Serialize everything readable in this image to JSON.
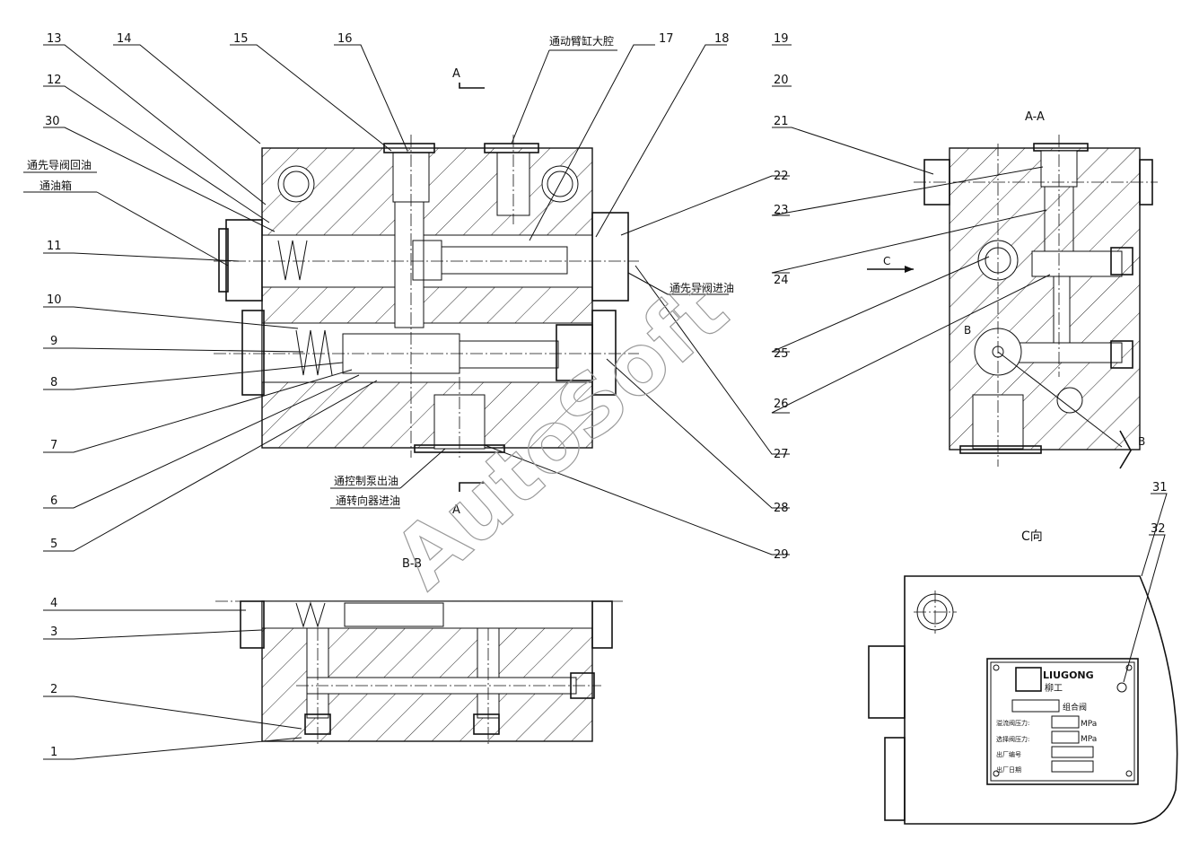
{
  "part_numbers": [
    "1",
    "2",
    "3",
    "4",
    "5",
    "6",
    "7",
    "8",
    "9",
    "10",
    "11",
    "12",
    "13",
    "14",
    "15",
    "16",
    "17",
    "18",
    "19",
    "20",
    "21",
    "22",
    "23",
    "24",
    "25",
    "26",
    "27",
    "28",
    "29",
    "30",
    "31",
    "32"
  ],
  "section_labels": {
    "a_arrow_top": "A",
    "a_arrow_bottom": "A",
    "section_aa": "A-A",
    "section_bb": "B-B",
    "c_arrow": "C",
    "b_arrow_left": "B",
    "b_arrow_right": "B",
    "view_c": "C向"
  },
  "annotations": {
    "boom_cylinder": "通动臂缸大腔",
    "pilot_return": "通先导阀回油",
    "to_tank": "通油箱",
    "pilot_inlet": "通先导阀进油",
    "pump_out": "通控制泵出油",
    "steering_in": "通转向器进油"
  },
  "nameplate": {
    "brand": "LIUGONG",
    "brand_cn": "柳工",
    "product": "组合阀",
    "row1_label": "溢流阀压力:",
    "row1_unit": "MPa",
    "row2_label": "选择阀压力:",
    "row2_unit": "MPa",
    "row3_label": "出厂编号",
    "row4_label": "出厂日期"
  },
  "watermark": "AutoSoft"
}
